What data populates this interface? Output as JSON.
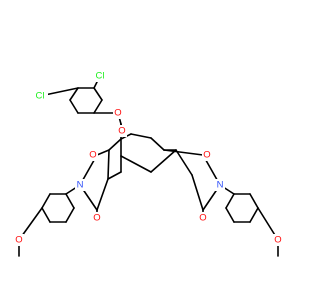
{
  "colors": {
    "background": "#ffffff",
    "bond": "#000000",
    "carbon": "#000000",
    "oxygen": "#ff0d0d",
    "nitrogen": "#3050f8",
    "chlorine": "#1ff01f"
  },
  "labels": {
    "cl_top": "Cl",
    "cl_left": "Cl",
    "o_ester_link": "O",
    "o_ester_carbonyl": "O",
    "o_imide_left_top": "O",
    "o_imide_left_bottom": "O",
    "o_imide_right_top": "O",
    "o_imide_right_bottom": "O",
    "n_left": "N",
    "n_right": "N",
    "o_methoxy_left": "O",
    "o_methoxy_right": "O"
  }
}
